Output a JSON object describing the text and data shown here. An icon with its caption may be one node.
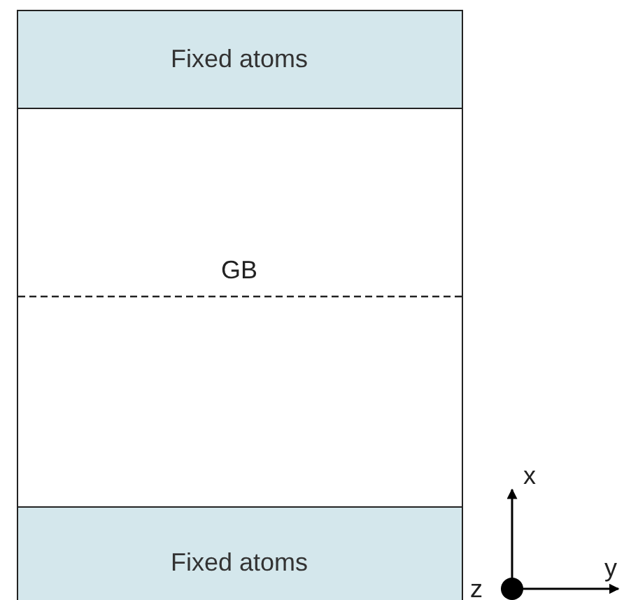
{
  "diagram": {
    "nodes": [
      {
        "text": [],
        "shape": "box"
      },
      {
        "text": [
          "Fixed atoms"
        ],
        "in": 0
      },
      {
        "text": [
          "Fixed atoms"
        ],
        "in": 0
      }
    ],
    "labels": [
      "GB",
      "x",
      "z",
      "y"
    ]
  }
}
